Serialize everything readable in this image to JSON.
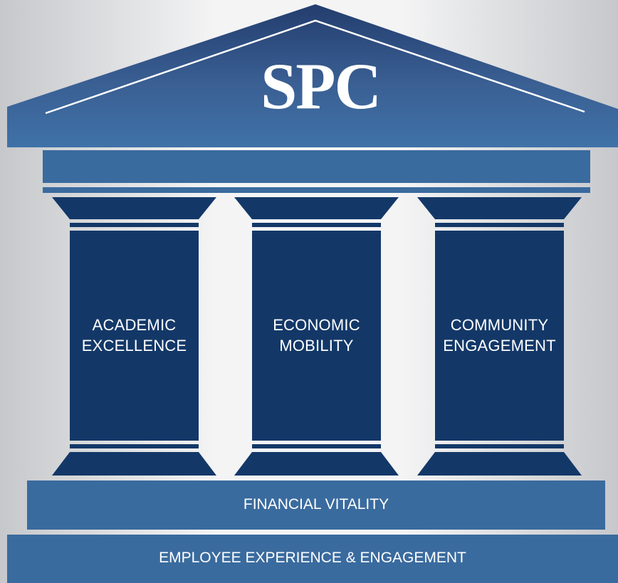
{
  "logo": {
    "text": "SPC"
  },
  "pillars": [
    {
      "line1": "ACADEMIC",
      "line2": "EXCELLENCE"
    },
    {
      "line1": "ECONOMIC",
      "line2": "MOBILITY"
    },
    {
      "line1": "COMMUNITY",
      "line2": "ENGAGEMENT"
    }
  ],
  "foundation": {
    "upper": "FINANCIAL VITALITY",
    "lower": "EMPLOYEE EXPERIENCE & ENGAGEMENT"
  },
  "colors": {
    "roof_top": "#243f70",
    "roof_bottom": "#3e6fa4",
    "entablature": "#3a6b9e",
    "column": "#133868",
    "background_light": "#ffffff",
    "background_dark": "#c9cbce",
    "text": "#ffffff"
  }
}
